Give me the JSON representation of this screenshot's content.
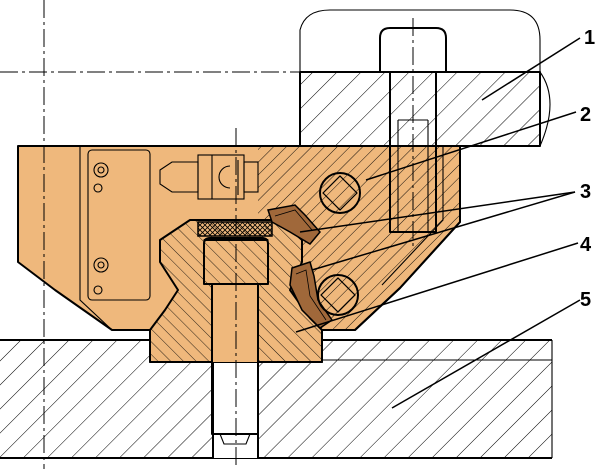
{
  "colors": {
    "part_fill": "#efb87c",
    "seal_fill": "#a0683a",
    "line": "#000000",
    "background": "#ffffff"
  },
  "callouts": [
    {
      "label": "1"
    },
    {
      "label": "2"
    },
    {
      "label": "3"
    },
    {
      "label": "4"
    },
    {
      "label": "5"
    }
  ]
}
